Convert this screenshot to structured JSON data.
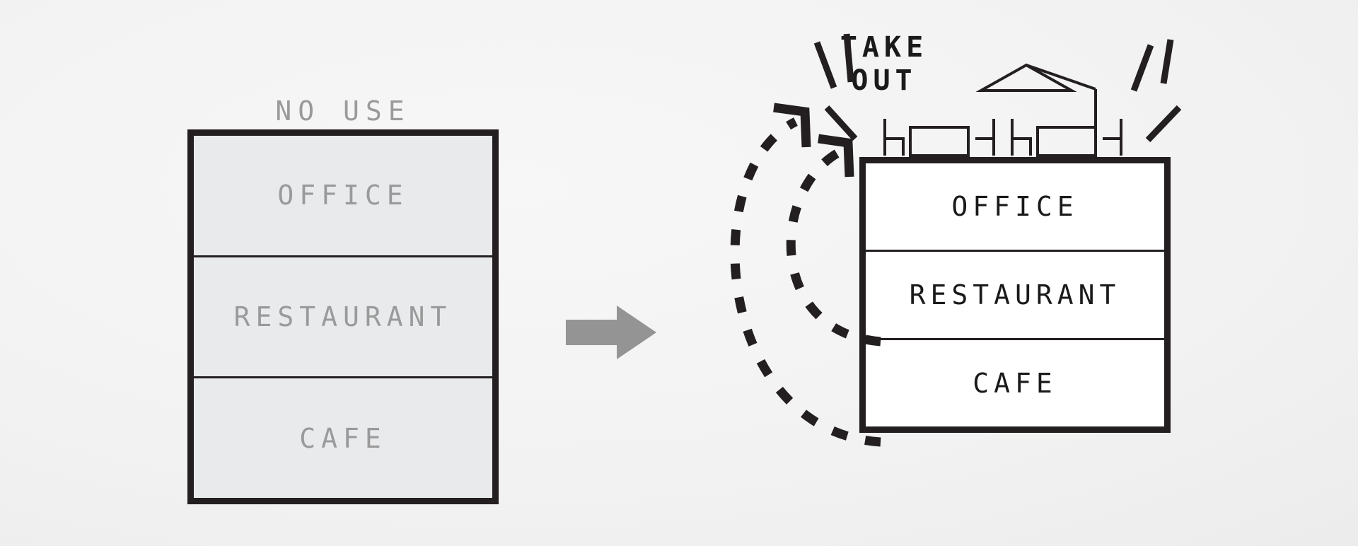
{
  "diagram": {
    "title_left": "NO USE",
    "title_right": "TAKE OUT",
    "takeout_line1": "TAKE",
    "takeout_line2": "OUT",
    "arrow_direction": "right"
  },
  "colors": {
    "background": "#f2f2f2",
    "outline": "#231f20",
    "inactive_text": "#9a9a9a",
    "active_text": "#1a1a1a",
    "inactive_fill": "#e8eaec",
    "active_fill": "#ffffff",
    "arrow_gray": "#949494"
  },
  "before_building": {
    "label": "NO USE",
    "state": "inactive",
    "floors": [
      {
        "name": "OFFICE"
      },
      {
        "name": "RESTAURANT"
      },
      {
        "name": "CAFE"
      }
    ]
  },
  "after_building": {
    "label": "TAKE OUT",
    "state": "active",
    "floors": [
      {
        "name": "OFFICE"
      },
      {
        "name": "RESTAURANT"
      },
      {
        "name": "CAFE"
      }
    ],
    "rooftop": {
      "items": [
        "table-with-chairs",
        "table-with-chairs",
        "patio-umbrella"
      ]
    },
    "sparkles": {
      "left_count": 3,
      "right_count": 3
    }
  },
  "connectors": [
    {
      "from": "RESTAURANT",
      "to": "rooftop",
      "style": "dashed-arc",
      "arrowhead": "chevron"
    },
    {
      "from": "CAFE",
      "to": "rooftop",
      "style": "dashed-arc",
      "arrowhead": "chevron"
    }
  ],
  "icons": {
    "transform_arrow": "right-arrow-icon",
    "umbrella": "patio-umbrella-icon",
    "table": "table-icon",
    "chair": "chair-icon",
    "sparkle": "sparkle-line-icon"
  }
}
